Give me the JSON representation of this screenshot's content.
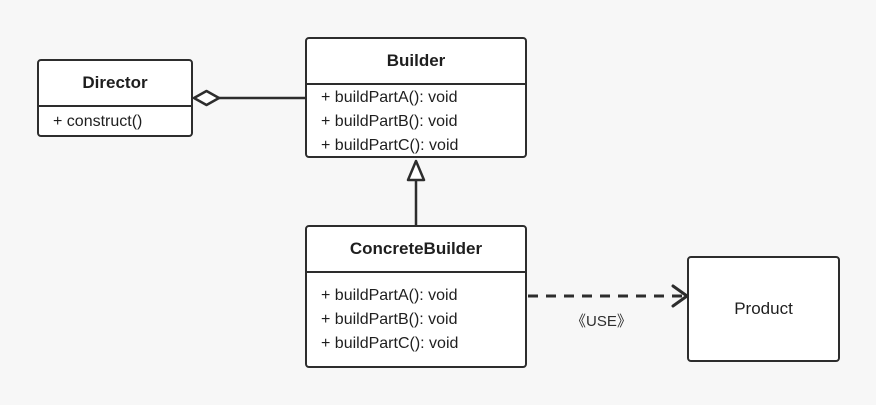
{
  "diagram": {
    "classes": {
      "director": {
        "name": "Director",
        "operations": [
          "+ construct()"
        ]
      },
      "builder": {
        "name": "Builder",
        "operations": [
          "+ buildPartA(): void",
          "+ buildPartB(): void",
          "+ buildPartC(): void"
        ]
      },
      "concrete_builder": {
        "name": "ConcreteBuilder",
        "operations": [
          "+ buildPartA(): void",
          "+ buildPartB(): void",
          "+ buildPartC(): void"
        ]
      },
      "product": {
        "name": "Product"
      }
    },
    "relations": {
      "aggregation": {
        "from": "Director",
        "to": "Builder",
        "kind": "aggregation"
      },
      "generalization": {
        "from": "ConcreteBuilder",
        "to": "Builder",
        "kind": "generalization"
      },
      "dependency": {
        "from": "ConcreteBuilder",
        "to": "Product",
        "kind": "dependency",
        "label": "《USE》"
      }
    },
    "colors": {
      "line": "#2d2d2d",
      "box_fill": "#ffffff",
      "background": "#f7f7f7"
    }
  }
}
